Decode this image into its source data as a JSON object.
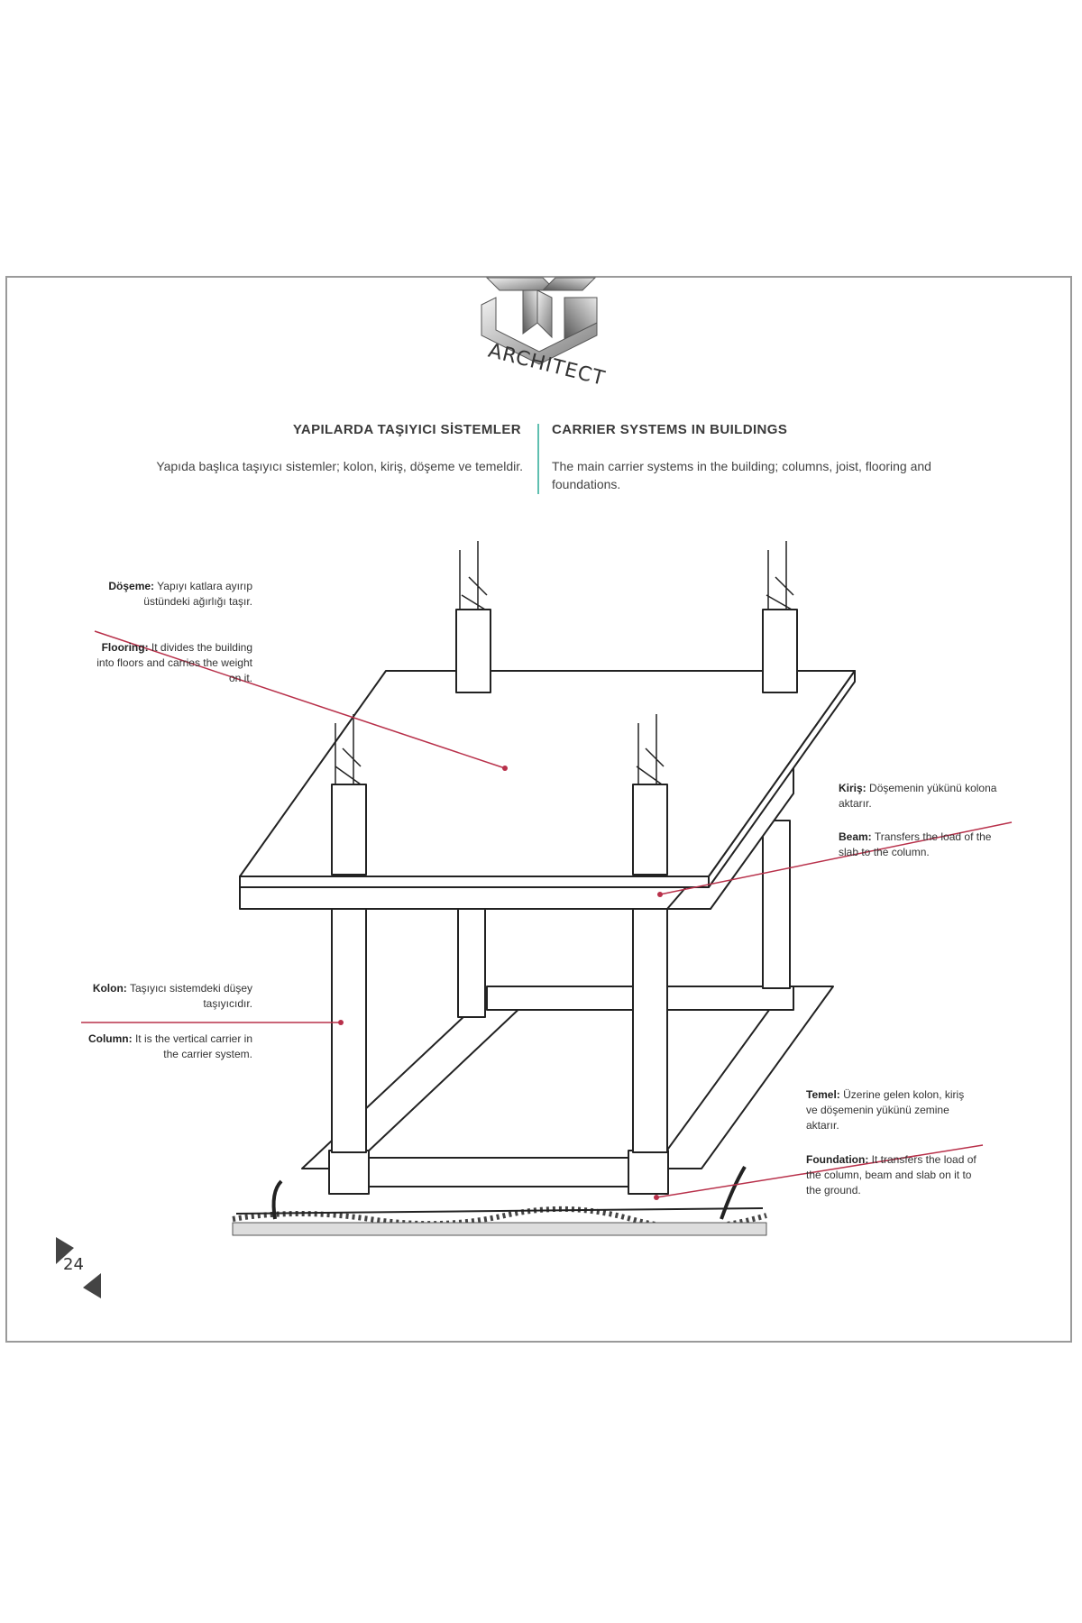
{
  "logo": {
    "word": "ARCHITECT"
  },
  "header": {
    "title_tr": "YAPILARDA TAŞIYICI SİSTEMLER",
    "title_en": "CARRIER SYSTEMS IN BUILDINGS",
    "intro_tr": "Yapıda başlıca taşıyıcı sistemler; kolon, kiriş, döşeme ve temeldir.",
    "intro_en": "The main carrier systems in the building; columns, joist, flooring and foundations."
  },
  "callouts": {
    "doseme": {
      "term_tr": "Döşeme:",
      "text_tr": "Yapıyı katlara ayırıp üstündeki ağırlığı taşır.",
      "term_en": "Flooring:",
      "text_en": "It divides the building into floors and carries the weight on it."
    },
    "kiris": {
      "term_tr": "Kiriş:",
      "text_tr": "Döşemenin yükünü kolona aktarır.",
      "term_en": "Beam:",
      "text_en": "Transfers the load of the slab to the column."
    },
    "kolon": {
      "term_tr": "Kolon:",
      "text_tr": "Taşıyıcı sistemdeki düşey taşıyıcıdır.",
      "term_en": "Column:",
      "text_en": "It is the vertical carrier in the carrier system."
    },
    "temel": {
      "term_tr": "Temel:",
      "text_tr": "Üzerine gelen kolon, kiriş ve döşemenin yükünü zemine aktarır.",
      "term_en": "Foundation:",
      "text_en": "It transfers the load of the column, beam and slab on it to the ground."
    }
  },
  "page_number": "24",
  "colors": {
    "accent_line": "#b8304a",
    "divider": "#5fbfb0",
    "frame": "#9a9a9a"
  }
}
